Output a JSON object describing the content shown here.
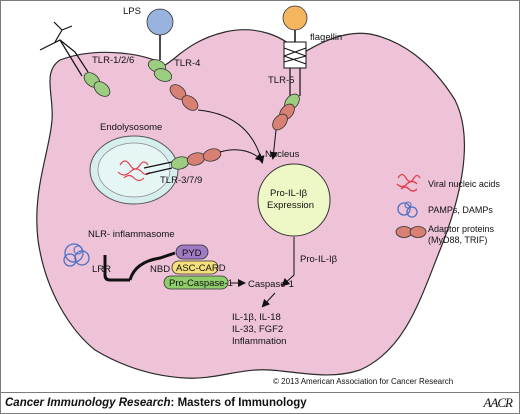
{
  "labels": {
    "lps": "LPS",
    "flagellin": "flagellin",
    "tlr126": "TLR-1/2/6",
    "tlr4": "TLR-4",
    "tlr5": "TLR-5",
    "endolysosome": "Endolysosome",
    "nucleus": "Nucleus",
    "tlr379": "TLR-3/7/9",
    "pro_il_expression_1": "Pro-IL-Iβ",
    "pro_il_expression_2": "Expression",
    "nlr_inflammasome": "NLR- inflammasome",
    "pyd": "PYD",
    "nbd": "NBD",
    "lrr": "LRR",
    "asc_card": "ASC-CARD",
    "pro_caspase": "Pro-Caspase-1",
    "caspase": "Caspase-1",
    "pro_il_arrow": "Pro-IL-Iβ",
    "output_1": "IL-1β, IL-18",
    "output_2": "IL-33, FGF2",
    "output_3": "Inflammation"
  },
  "legend": {
    "viral": "Viral nucleic acids",
    "pamps": "PAMPs, DAMPs",
    "adaptor_1": "Adaptor proteins",
    "adaptor_2": "(MyD88, TRIF)"
  },
  "footer": {
    "copyright": "© 2013 American Association for Cancer Research",
    "title_italic": "Cancer Immunology Research",
    "title_sep": ":",
    "title_bold": " Masters of Immunology",
    "logo": "AACR"
  },
  "colors": {
    "cell_fill": "#eec3d8",
    "cell_stroke": "#2a2a2a",
    "receptor_green": "#9dcd80",
    "adaptor_pink": "#d98074",
    "lps_blue": "#98b3dd",
    "flagellin_orange": "#f4b55f",
    "viral_red": "#e0424f",
    "pamp_blue": "#4d70c4",
    "nucleus_fill": "#eef7c6",
    "endolysosome_fill": "#d6efee",
    "pyd_purple": "#a07ac2",
    "asc_yellow": "#f5e07a",
    "procasp_green": "#8fcc6a"
  }
}
